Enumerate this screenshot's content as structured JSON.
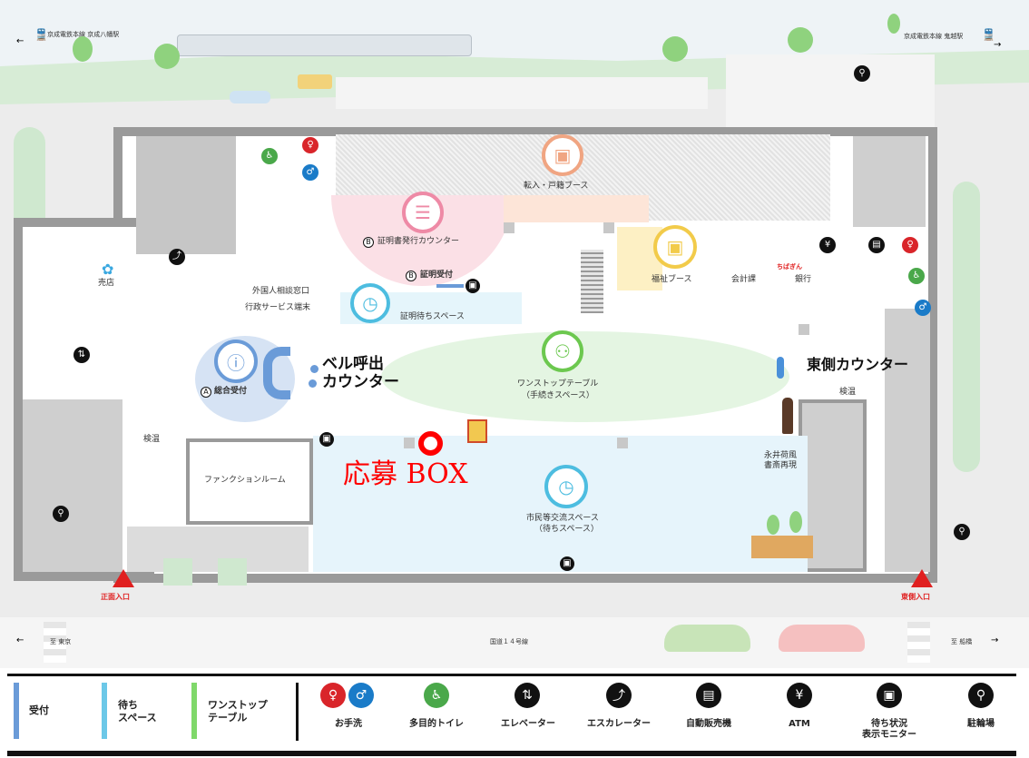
{
  "stations": {
    "left": "京成電鉄本線 京成八幡駅",
    "right": "京成電鉄本線 鬼越駅"
  },
  "areas": {
    "tenyu": "転入・戸籍ブース",
    "shomeisho": "証明書発行カウンター",
    "shomeisho_badge": "B",
    "shomei_uketsuke": "証明受付",
    "shomei_machi": "証明待ちスペース",
    "fukushi": "福祉ブース",
    "kaikei": "会計課",
    "ginko": "銀行",
    "bank_logo": "ちばぎん",
    "gaikokujin": "外国人相談窓口",
    "gyosei": "行政サービス端末",
    "baiten": "売店",
    "sogo_badge": "A",
    "sogo": "総合受付",
    "bell1": "ベル呼出",
    "bell2": "カウンター",
    "onestop1": "ワンストップテーブル",
    "onestop2": "（手続きスペース）",
    "higashi": "東側カウンター",
    "kenon": "検温",
    "nagai1": "永井荷風",
    "nagai2": "書斎再現",
    "function": "ファンクションルーム",
    "shimin1": "市民等交流スペース",
    "shimin2": "（待ちスペース）",
    "entry_main": "正面入口",
    "entry_east": "東側入口"
  },
  "annotation": {
    "text": "応募 BOX",
    "color": "#ff0000"
  },
  "road": {
    "left": "至 東京",
    "center": "国道１４号線",
    "right": "至 船橋"
  },
  "legend": {
    "zones": [
      {
        "label": "受付",
        "color": "#6a9bd8"
      },
      {
        "label": "待ち\nスペース",
        "color": "#6cc8e8"
      },
      {
        "label": "ワンストップ\nテーブル",
        "color": "#7fd86a"
      }
    ],
    "icons": [
      {
        "label": "お手洗",
        "icon": "restroom-icon"
      },
      {
        "label": "多目的トイレ",
        "icon": "accessible-toilet-icon"
      },
      {
        "label": "エレベーター",
        "icon": "elevator-icon"
      },
      {
        "label": "エスカレーター",
        "icon": "escalator-icon"
      },
      {
        "label": "自動販売機",
        "icon": "vending-machine-icon"
      },
      {
        "label": "ATM",
        "icon": "atm-icon"
      },
      {
        "label": "待ち状況\n表示モニター",
        "icon": "monitor-icon"
      },
      {
        "label": "駐輪場",
        "icon": "bicycle-parking-icon"
      }
    ]
  }
}
